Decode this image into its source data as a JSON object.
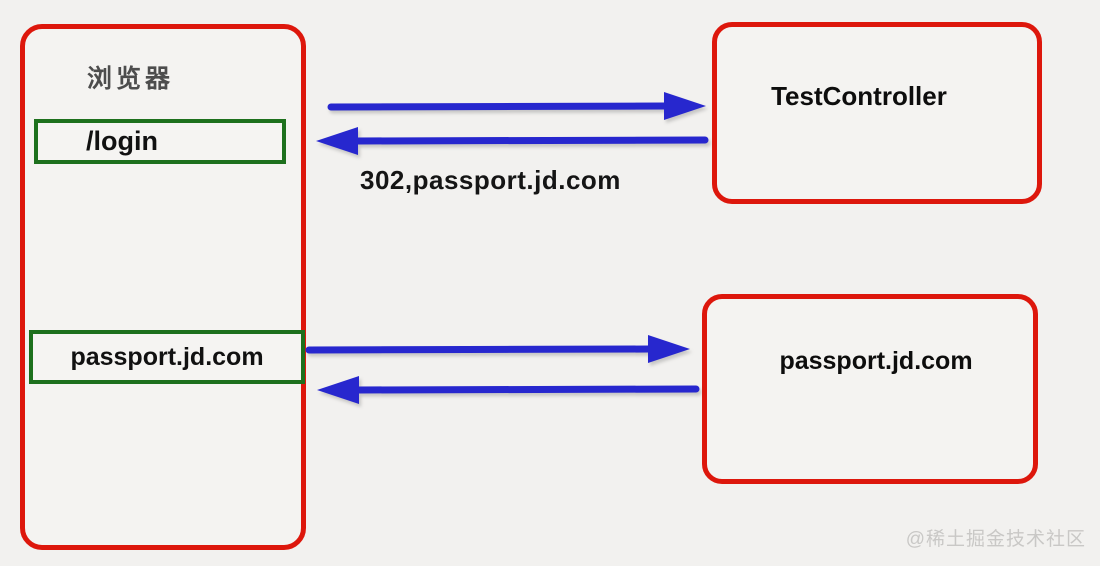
{
  "browser_panel": {
    "title": "浏览器",
    "login_box_label": "/login",
    "passport_box_label": "passport.jd.com"
  },
  "servers": {
    "test_controller_label": "TestController",
    "passport_server_label": "passport.jd.com"
  },
  "annotations": {
    "redirect_response": "302,passport.jd.com"
  },
  "watermark": {
    "text": "@稀土掘金技术社区"
  },
  "colors": {
    "box_border_red": "#dd170c",
    "url_box_border_green": "#1d701d",
    "arrow_blue": "#2727ce",
    "text_black": "#111111",
    "browser_title_gray": "#4d4d4d",
    "watermark_gray": "#c9c8c6",
    "background": "#f2f1ef"
  }
}
